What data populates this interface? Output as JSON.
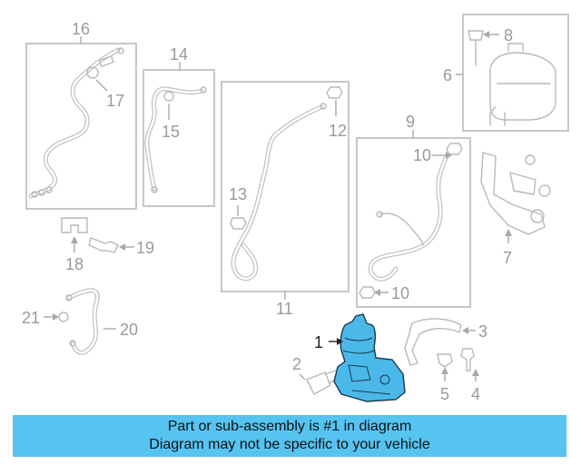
{
  "callouts": {
    "c1": "1",
    "c2": "2",
    "c3": "3",
    "c4": "4",
    "c5": "5",
    "c6": "6",
    "c7": "7",
    "c8": "8",
    "c9": "9",
    "c10a": "10",
    "c10b": "10",
    "c11": "11",
    "c12": "12",
    "c13": "13",
    "c14": "14",
    "c15": "15",
    "c16": "16",
    "c17": "17",
    "c18": "18",
    "c19": "19",
    "c20": "20",
    "c21": "21"
  },
  "highlight_color": "#4bb8ea",
  "banner": {
    "line1": "Part or sub-assembly is #1 in diagram",
    "line2": "Diagram may not be specific to your vehicle"
  }
}
